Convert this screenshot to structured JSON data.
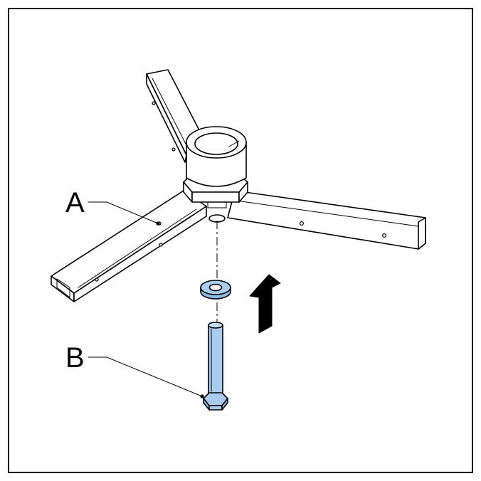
{
  "callouts": [
    {
      "id": "A",
      "label": "A"
    },
    {
      "id": "B",
      "label": "B"
    }
  ],
  "colors": {
    "frame": "#000000",
    "background": "#ffffff",
    "part_highlight": "#a8cbef",
    "arrow": "#000000"
  },
  "icons": {
    "direction": "arrow-up-icon"
  }
}
